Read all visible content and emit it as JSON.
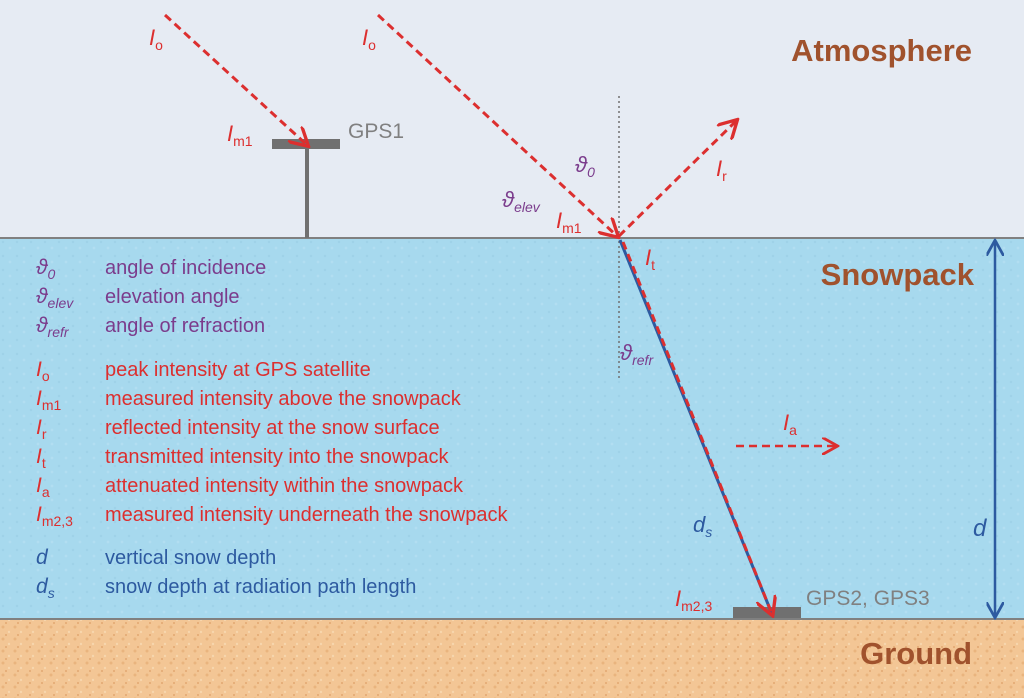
{
  "layers": {
    "atmosphere": "Atmosphere",
    "snowpack": "Snowpack",
    "ground": "Ground"
  },
  "gps": {
    "gps1": "GPS1",
    "gps23": "GPS2, GPS3"
  },
  "symbols": {
    "io": "I",
    "io_sub": "o",
    "im1": "I",
    "im1_sub": "m1",
    "ir": "I",
    "ir_sub": "r",
    "it": "I",
    "it_sub": "t",
    "ia": "I",
    "ia_sub": "a",
    "im23": "I",
    "im23_sub": "m2,3",
    "theta": "ϑ",
    "theta0_sub": "0",
    "elev_sub": "elev",
    "refr_sub": "refr",
    "d": "d",
    "ds": "d",
    "ds_sub": "s"
  },
  "legend": [
    {
      "sym": "ϑ",
      "sub": "0",
      "text": "angle of incidence",
      "color": "#7b3c8c"
    },
    {
      "sym": "ϑ",
      "sub": "elev",
      "text": "elevation angle",
      "color": "#7b3c8c"
    },
    {
      "sym": "ϑ",
      "sub": "refr",
      "text": "angle of refraction",
      "color": "#7b3c8c"
    },
    {
      "sym": "I",
      "sub": "o",
      "text": "peak intensity at GPS satellite",
      "color": "#dc2f2f"
    },
    {
      "sym": "I",
      "sub": "m1",
      "text": "measured intensity above the snowpack",
      "color": "#dc2f2f"
    },
    {
      "sym": "I",
      "sub": "r",
      "text": "reflected intensity at the snow surface",
      "color": "#dc2f2f"
    },
    {
      "sym": "I",
      "sub": "t",
      "text": "transmitted intensity into the snowpack",
      "color": "#dc2f2f"
    },
    {
      "sym": "I",
      "sub": "a",
      "text": "attenuated intensity within the snowpack",
      "color": "#dc2f2f"
    },
    {
      "sym": "I",
      "sub": "m2,3",
      "text": "measured intensity underneath the snowpack",
      "color": "#dc2f2f"
    },
    {
      "sym": "d",
      "sub": "",
      "text": "vertical snow depth",
      "color": "#2d5aa0"
    },
    {
      "sym": "d",
      "sub": "s",
      "text": "snow depth at radiation path length",
      "color": "#2d5aa0"
    }
  ],
  "colors": {
    "atmosphere": "#e6ebf3",
    "snow": "#a7d9ee",
    "ground": "#f3c695",
    "red": "#dc2f2f",
    "purple": "#7b3c8c",
    "blue": "#2d5aa0",
    "gray": "#707070",
    "brown": "#a0522d"
  }
}
